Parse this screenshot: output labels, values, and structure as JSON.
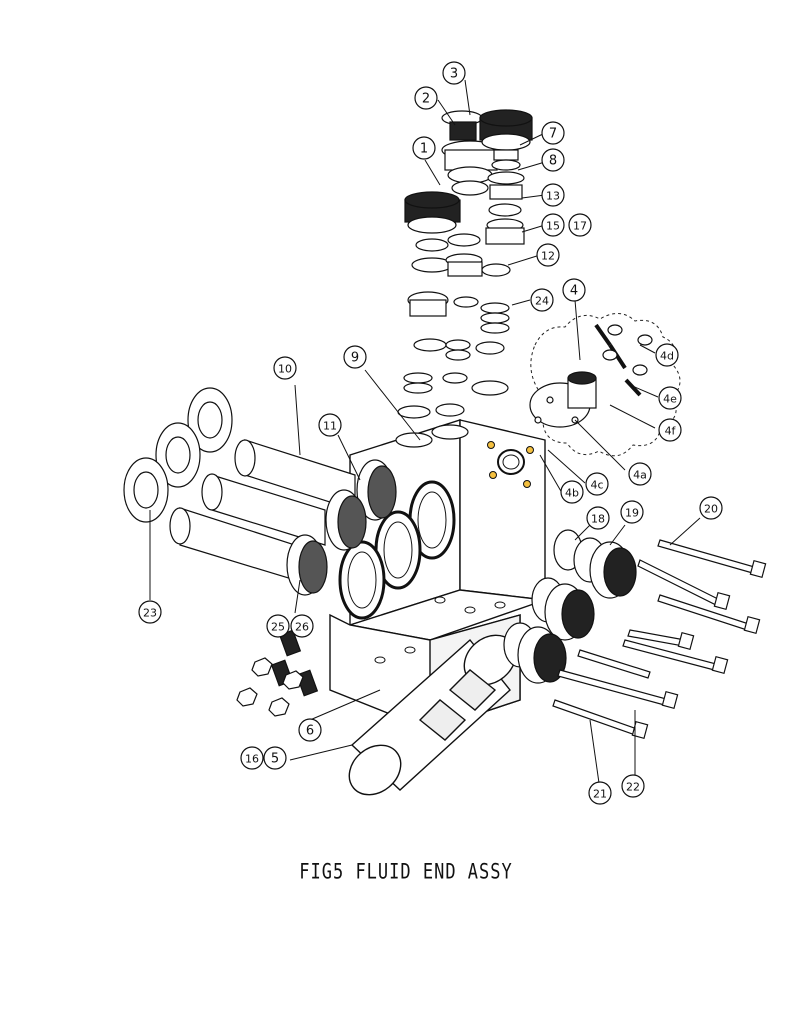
{
  "caption": "FIG5 FLUID END ASSY",
  "callouts": [
    {
      "id": "c1",
      "label": "1"
    },
    {
      "id": "c2",
      "label": "2"
    },
    {
      "id": "c3",
      "label": "3"
    },
    {
      "id": "c4",
      "label": "4"
    },
    {
      "id": "c4a",
      "label": "4a"
    },
    {
      "id": "c4b",
      "label": "4b"
    },
    {
      "id": "c4c",
      "label": "4c"
    },
    {
      "id": "c4d",
      "label": "4d"
    },
    {
      "id": "c4e",
      "label": "4e"
    },
    {
      "id": "c4f",
      "label": "4f"
    },
    {
      "id": "c5",
      "label": "5"
    },
    {
      "id": "c6",
      "label": "6"
    },
    {
      "id": "c7",
      "label": "7"
    },
    {
      "id": "c8",
      "label": "8"
    },
    {
      "id": "c9",
      "label": "9"
    },
    {
      "id": "c10",
      "label": "10"
    },
    {
      "id": "c11",
      "label": "11"
    },
    {
      "id": "c12",
      "label": "12"
    },
    {
      "id": "c13",
      "label": "13"
    },
    {
      "id": "c15",
      "label": "15"
    },
    {
      "id": "c16",
      "label": "16"
    },
    {
      "id": "c17",
      "label": "17"
    },
    {
      "id": "c18",
      "label": "18"
    },
    {
      "id": "c19",
      "label": "19"
    },
    {
      "id": "c20",
      "label": "20"
    },
    {
      "id": "c21",
      "label": "21"
    },
    {
      "id": "c22",
      "label": "22"
    },
    {
      "id": "c23",
      "label": "23"
    },
    {
      "id": "c24",
      "label": "24"
    },
    {
      "id": "c25",
      "label": "25"
    },
    {
      "id": "c26",
      "label": "26"
    }
  ]
}
